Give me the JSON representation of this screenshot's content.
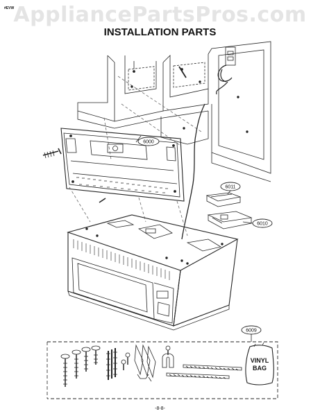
{
  "doc_code": "#EVW",
  "watermark": "AppliancePartsPros.com",
  "title": "INSTALLATION PARTS",
  "page_number": "-8-8-",
  "callouts": {
    "mounting_plate": "6000",
    "upper_template": "6011",
    "lower_template": "6010",
    "hardware_kit": "6009"
  },
  "hardware_bag_label": [
    "VINYL",
    "BAG"
  ]
}
